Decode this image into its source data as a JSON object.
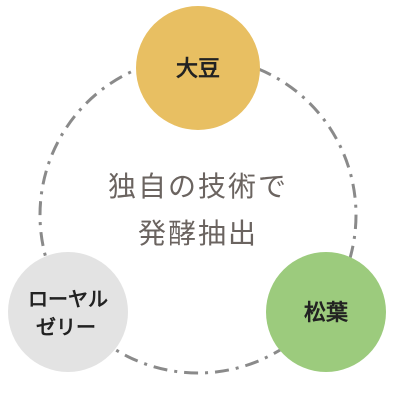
{
  "center": {
    "line1": "独自の技術で",
    "line2": "発酵抽出"
  },
  "nodes": {
    "daizu": {
      "label": "大豆",
      "color": "#e8bf62"
    },
    "matsuba": {
      "label": "松葉",
      "color": "#9ccb7d"
    },
    "royal_jelly": {
      "line1": "ローヤル",
      "line2": "ゼリー",
      "color": "#e3e3e3"
    }
  },
  "ring_color": "#8a8a8a"
}
